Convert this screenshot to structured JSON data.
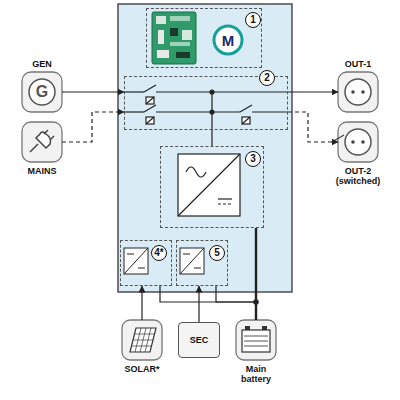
{
  "diagram": {
    "nodes": [
      {
        "text": [
          "GEN"
        ]
      },
      {
        "text": [
          "MAINS"
        ]
      },
      {
        "text": [
          "1"
        ]
      },
      {
        "text": [
          "2"
        ]
      },
      {
        "text": [
          "3"
        ]
      },
      {
        "text": [
          "4*"
        ]
      },
      {
        "text": [
          "5"
        ]
      },
      {
        "text": [
          "OUT-1"
        ]
      },
      {
        "text": [
          "OUT-2 (switched)"
        ]
      },
      {
        "text": [
          "SOLAR*"
        ]
      },
      {
        "text": [
          "SEC"
        ]
      },
      {
        "text": [
          "Main battery"
        ]
      }
    ],
    "edges": [
      {
        "from": 0,
        "to": 3,
        "arrow": "to"
      },
      {
        "from": 1,
        "to": 3,
        "arrow": "to"
      },
      {
        "from": 3,
        "to": 7,
        "arrow": "to"
      },
      {
        "from": 3,
        "to": 8,
        "arrow": "to"
      },
      {
        "from": 3,
        "to": 4,
        "arrow": "none"
      },
      {
        "from": 9,
        "to": 5,
        "arrow": "to"
      },
      {
        "from": 10,
        "to": 6,
        "arrow": "to"
      },
      {
        "from": 4,
        "to": 11,
        "arrow": "none"
      },
      {
        "from": 5,
        "to": 11,
        "arrow": "none"
      },
      {
        "from": 6,
        "to": 11,
        "arrow": "none"
      }
    ],
    "labels": [
      "G",
      "M"
    ]
  }
}
